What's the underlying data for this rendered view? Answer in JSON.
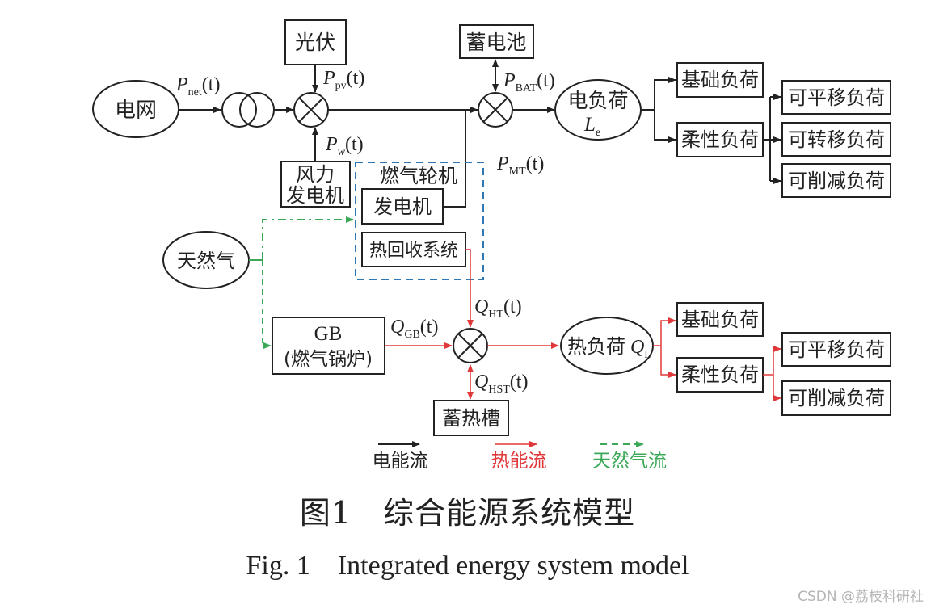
{
  "figure": {
    "caption_cn": "图1　综合能源系统模型",
    "caption_en": "Fig. 1　Integrated energy system model",
    "watermark": "CSDN @荔枝科研社"
  },
  "colors": {
    "electric_flow": "#222222",
    "heat_flow": "#e0383a",
    "gas_flow": "#3aa857",
    "turbine_group_border": "#2e79b5"
  },
  "nodes": {
    "grid": "电网",
    "pv": "光伏",
    "wind_line1": "风力",
    "wind_line2": "发电机",
    "battery": "蓄电池",
    "elec_load_line1": "电负荷",
    "elec_load_symbol": "L",
    "elec_load_sub": "e",
    "turbine_group": "燃气轮机",
    "generator": "发电机",
    "heat_recovery": "热回收系统",
    "natural_gas": "天然气",
    "gas_boiler_line1": "GB",
    "gas_boiler_line2": "(燃气锅炉)",
    "heat_load": "热负荷",
    "heat_load_symbol": "Q",
    "heat_load_sub": "L",
    "heat_storage": "蓄热槽"
  },
  "elec_loads": {
    "base": "基础负荷",
    "flexible": "柔性负荷",
    "sub": [
      "可平移负荷",
      "可转移负荷",
      "可削减负荷"
    ]
  },
  "heat_loads": {
    "base": "基础负荷",
    "flexible": "柔性负荷",
    "sub": [
      "可平移负荷",
      "可削减负荷"
    ]
  },
  "flow_labels": {
    "p_net": {
      "sym": "P",
      "sub": "net",
      "arg": "(t)"
    },
    "p_pv": {
      "sym": "P",
      "sub": "pv",
      "arg": "(t)"
    },
    "p_w": {
      "sym": "P",
      "sub": "w",
      "arg": "(t)"
    },
    "p_bat": {
      "sym": "P",
      "sub": "BAT",
      "arg": "(t)"
    },
    "p_mt": {
      "sym": "P",
      "sub": "MT",
      "arg": "(t)"
    },
    "q_gb": {
      "sym": "Q",
      "sub": "GB",
      "arg": "(t)"
    },
    "q_ht": {
      "sym": "Q",
      "sub": "HT",
      "arg": "(t)"
    },
    "q_hst": {
      "sym": "Q",
      "sub": "HST",
      "arg": "(t)"
    }
  },
  "legend": [
    {
      "label": "电能流",
      "type": "electric"
    },
    {
      "label": "热能流",
      "type": "heat"
    },
    {
      "label": "天然气流",
      "type": "gas"
    }
  ]
}
